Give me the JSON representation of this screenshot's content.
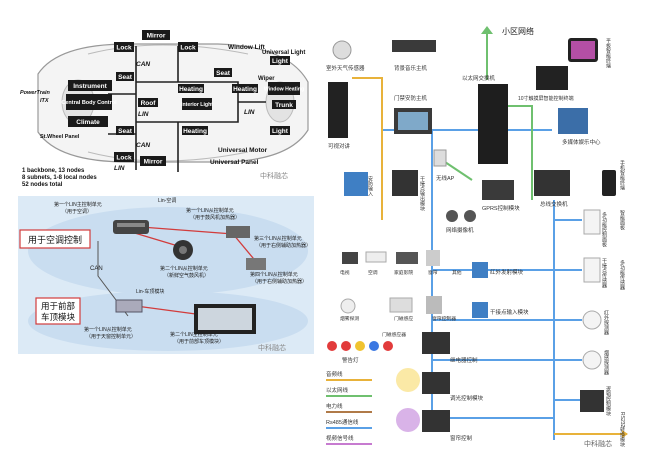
{
  "panel_car": {
    "boxes": {
      "lock_tl": "Lock",
      "mirror_tl": "Mirror",
      "lock_tc": "Lock",
      "instrument": "Instrument",
      "seat_l1": "Seat",
      "central": "Central Body Control",
      "roof": "Roof",
      "climate": "Climate",
      "seat_l2": "Seat",
      "lock_bl": "Lock",
      "mirror_bl": "Mirror",
      "light_tr": "Light",
      "seat_r": "Seat",
      "heating1": "Heating",
      "interior_light": "Interior Light",
      "heating2": "Heating",
      "heating3": "Heating",
      "window_heating": "Window Heating",
      "trunk": "Trunk",
      "light_br": "Light"
    },
    "labels": {
      "window_lift": "Window Lift",
      "universal_light": "Universal Light",
      "wiper": "Wiper",
      "universal_motor": "Universal Motor",
      "universal_panel": "Universal Panel",
      "powertrain": "PowerTrain",
      "itx": "ITX",
      "steering_panel": "St.Wheel Panel",
      "can1": "CAN",
      "lin1": "LIN",
      "can2": "CAN",
      "lin2": "LIN",
      "lin3": "LIN"
    },
    "footnote": [
      "1 backbone, 13 nodes",
      "8 subnets, 1-8 local nodes",
      "52 nodes total"
    ],
    "watermark": "中科融芯"
  },
  "panel_lin": {
    "top_caption": "Lin-空调",
    "unit1": "第一个LIN主控制单元",
    "unit1_sub": "（用于空调）",
    "unit_a": "第一个LIN从控制单元",
    "unit_a_sub": "（用于鼓风机加热器）",
    "unit_b": "第三个LIN从控制单元",
    "unit_b_sub": "（用于右侧辅助加热器）",
    "unit_c": "第二个LIN从控制单元",
    "unit_c_sub": "（新鲜空气鼓风机）",
    "unit_d": "第四个LIN从控制单元",
    "unit_d_sub": "（用于右侧辅助加热器）",
    "callout1": "用于空调控制",
    "can": "CAN",
    "callout2_l1": "用于前部",
    "callout2_l2": "车顶模块",
    "mid_caption": "Lin-车顶模块",
    "unit_e": "第二个LIN主控制单元",
    "unit_e_sub": "（用于前部车顶模块）",
    "unit_f": "第一个LIN从控制单元",
    "unit_f_sub": "（用于天窗控制单元）",
    "watermark": "中科融芯"
  },
  "panel_home": {
    "top_network": "小区网络",
    "devices": {
      "weather": "室外天气传感器",
      "music": "背景音乐主机",
      "door_host": "门禁安防主机",
      "video_intercom": "可视对讲",
      "switch": "以太网交换机",
      "wifi_ap": "无线AP",
      "gprs": "GPRS控制模块",
      "cameras": "网络摄像机",
      "bus_switch": "总线交换机",
      "ir_switch": "红外发射模块",
      "dry_in": "干接点输入模块",
      "alarm": "警告灯",
      "relay": "继电器控制",
      "dimmer": "调光控制模块",
      "curtain": "窗帘控制",
      "panel10": "10寸触摸屏智能控制终端",
      "media_center": "多媒体娱乐中心",
      "tablet": "平板智能终端",
      "phone": "手机智能终端",
      "multi_panel": "多功能控制面板",
      "dry_sensor": "干接点传感器",
      "pir": "红外探测器",
      "smart_panel": "智能面板",
      "multi_sensor": "多功能传感器",
      "smoke": "烟感探测器",
      "logic": "逻辑控制模块",
      "rs232": "RS232转换模块",
      "security_in": "安防输入",
      "dry_out": "干接点输出模块",
      "door_sensor": "门磁感应器"
    },
    "small_labels": [
      "电视",
      "空调",
      "家庭影院",
      "窗帘",
      "其他",
      "烟雾探测",
      "门磁感应",
      "窗帘控制器",
      "背景音乐"
    ],
    "legend": [
      {
        "label": "音频线",
        "color": "#e8b23a"
      },
      {
        "label": "以太网线",
        "color": "#6fc06f"
      },
      {
        "label": "电力线",
        "color": "#b07a48"
      },
      {
        "label": "Rs485通信线",
        "color": "#5aa0e6"
      },
      {
        "label": "视频信号线",
        "color": "#c77bd0"
      }
    ],
    "watermark": "中科融芯"
  }
}
